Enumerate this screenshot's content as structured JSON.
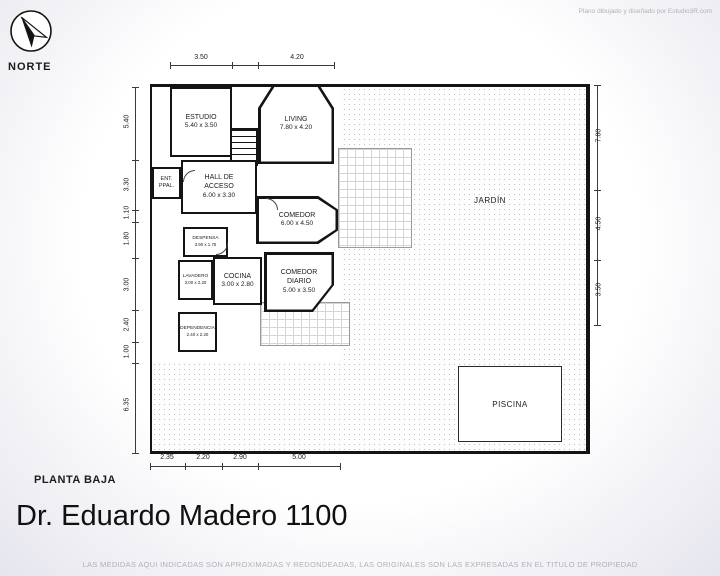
{
  "meta": {
    "credit": "Plano dibujado y diseñado por Estudio3R.com",
    "north_label": "NORTE"
  },
  "plan": {
    "rooms": [
      {
        "name": "ESTUDIO",
        "dims": "5.40 x 3.50"
      },
      {
        "name": "LIVING",
        "dims": "7.80 x 4.20"
      },
      {
        "name": "ENT. PPAL.",
        "dims": ""
      },
      {
        "name": "HALL DE ACCESO",
        "dims": "6.00 x 3.30"
      },
      {
        "name": "COMEDOR",
        "dims": "6.00 x 4.50"
      },
      {
        "name": "DESPENSA",
        "dims": "3.90 x 1.75"
      },
      {
        "name": "COCINA",
        "dims": "3.00 x 2.80"
      },
      {
        "name": "LAVADERO",
        "dims": "3.00 x 2.20"
      },
      {
        "name": "COMEDOR DIARIO",
        "dims": "5.00 x 3.50"
      },
      {
        "name": "DEPENDENCIA",
        "dims": "2.40 x 2.20"
      },
      {
        "name": "JARDÍN",
        "dims": ""
      },
      {
        "name": "PISCINA",
        "dims": ""
      }
    ],
    "dims_top": [
      "3.50",
      "4.20"
    ],
    "dims_left": [
      "5.40",
      "3.30",
      "1.10",
      "1.80",
      "3.00",
      "2.40",
      "1.00",
      "6.35"
    ],
    "dims_right": [
      "7.80",
      "4.50",
      "3.50"
    ],
    "dims_bottom": [
      "2.35",
      "2.20",
      "2.90",
      "5.00"
    ]
  },
  "footer": {
    "plan_name": "PLANTA BAJA",
    "title": "Dr. Eduardo Madero 1100",
    "disclaimer": "LAS MEDIDAS AQUI INDICADAS SON APROXIMADAS Y REDONDEADAS, LAS ORIGINALES SON LAS EXPRESADAS EN EL TITULO DE PROPIEDAD"
  },
  "colors": {
    "wall": "#141414",
    "muted_text": "#b0b0ba",
    "dim_text": "#222222"
  }
}
